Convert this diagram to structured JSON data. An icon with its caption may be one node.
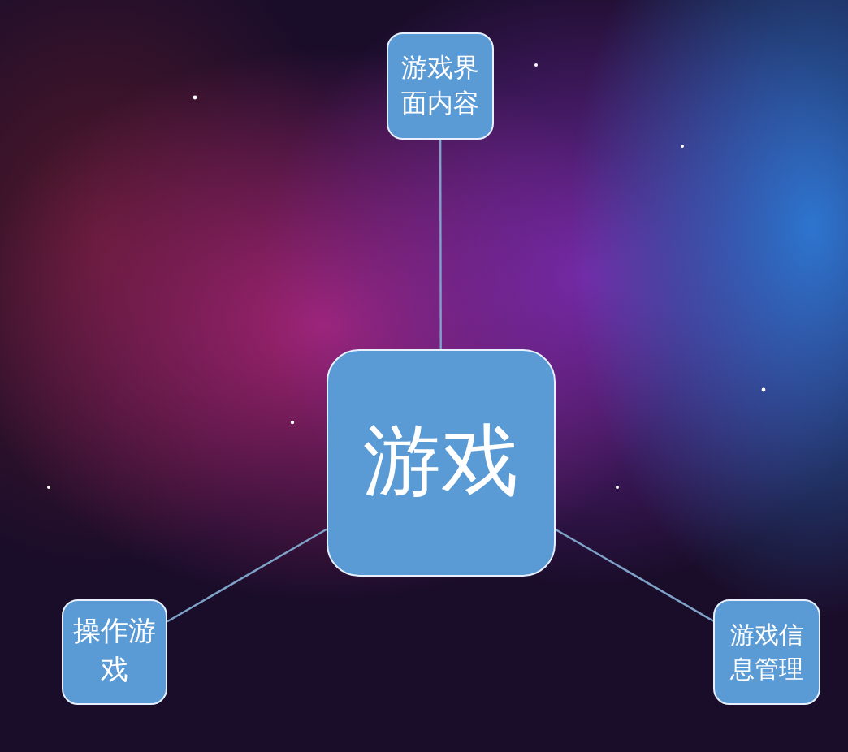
{
  "diagram": {
    "nodes": [
      {
        "text": [
          "游戏"
        ]
      },
      {
        "text": [
          "游戏界面内容"
        ]
      },
      {
        "text": [
          "操作游戏"
        ]
      },
      {
        "text": [
          "游戏信息管理"
        ]
      }
    ],
    "edges": [
      {
        "from": 0,
        "to": 1,
        "arrow": "none"
      },
      {
        "from": 0,
        "to": 2,
        "arrow": "none"
      },
      {
        "from": 0,
        "to": 3,
        "arrow": "none"
      }
    ]
  }
}
